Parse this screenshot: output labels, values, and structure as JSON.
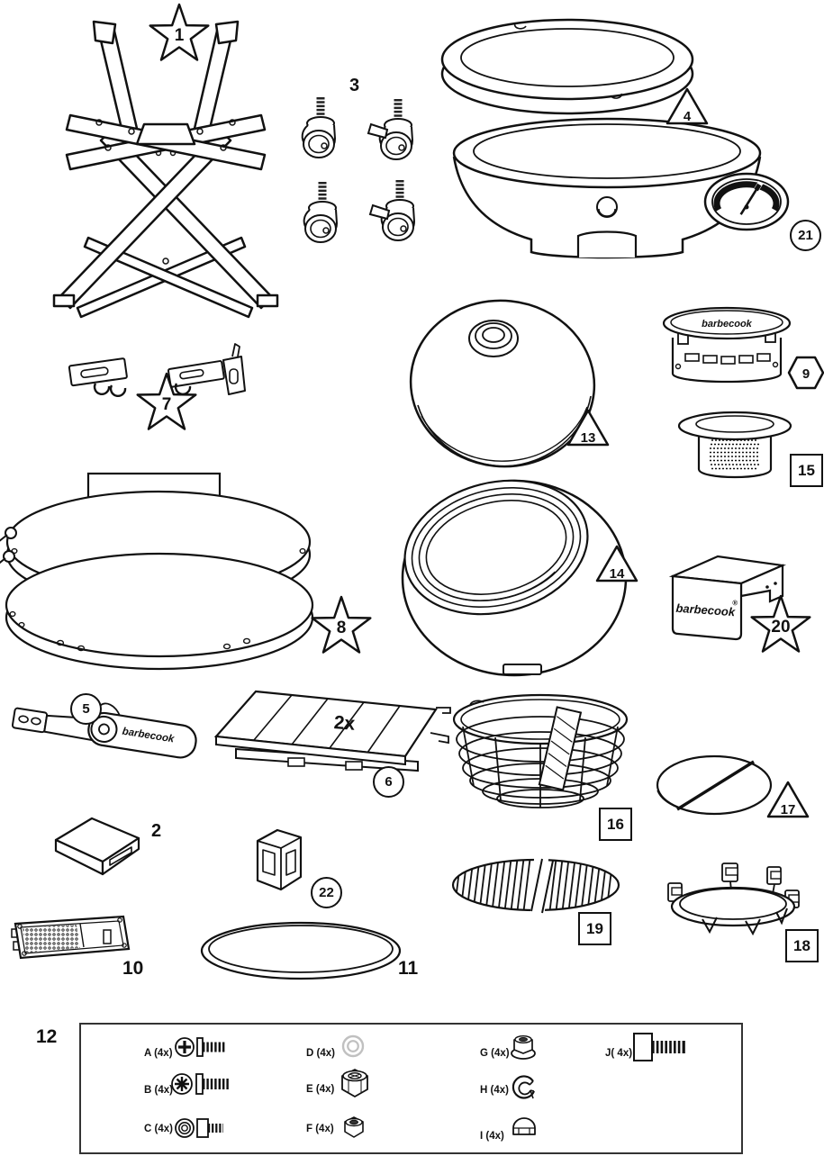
{
  "diagram": {
    "type": "exploded-parts-diagram",
    "line_color": "#111111",
    "background": "#ffffff",
    "washer_gray": "#c0c0c0"
  },
  "brand": {
    "name": "barbecook",
    "registered": "®"
  },
  "parts": {
    "stand": {
      "num": "1",
      "label_shape": "star"
    },
    "cover": {
      "num": "2",
      "label_shape": "plain"
    },
    "casters": {
      "num": "3",
      "label_shape": "plain"
    },
    "base": {
      "num": "4",
      "label_shape": "triangle"
    },
    "handle": {
      "num": "5",
      "label_shape": "circle",
      "logo": "barbecook"
    },
    "table": {
      "num": "6",
      "label_shape": "circle",
      "qty": "2x"
    },
    "brackets": {
      "num": "7",
      "label_shape": "star"
    },
    "rings": {
      "num": "8",
      "label_shape": "star"
    },
    "vent": {
      "num": "9",
      "label_shape": "hexagon",
      "logo": "barbecook"
    },
    "slider": {
      "num": "10",
      "label_shape": "plain"
    },
    "gasket": {
      "num": "11",
      "label_shape": "plain"
    },
    "hardware": {
      "num": "12",
      "label_shape": "plain"
    },
    "lid": {
      "num": "13",
      "label_shape": "triangle"
    },
    "bowl": {
      "num": "14",
      "label_shape": "triangle"
    },
    "chimney": {
      "num": "15",
      "label_shape": "square"
    },
    "basket": {
      "num": "16",
      "label_shape": "square"
    },
    "deflector": {
      "num": "17",
      "label_shape": "triangle"
    },
    "holder": {
      "num": "18",
      "label_shape": "square"
    },
    "grid": {
      "num": "19",
      "label_shape": "square"
    },
    "box": {
      "num": "20",
      "label_shape": "star",
      "logo": "barbecook",
      "registered": "®"
    },
    "thermometer": {
      "num": "21",
      "label_shape": "circle"
    },
    "clip": {
      "num": "22",
      "label_shape": "circle"
    }
  },
  "hardware_items": [
    {
      "label": "A (4x)",
      "icon": "phillips-screw-short"
    },
    {
      "label": "B (4x)",
      "icon": "phillips-screw-long"
    },
    {
      "label": "C (4x)",
      "icon": "washer-socket-screw"
    },
    {
      "label": "D (4x)",
      "icon": "flat-washer"
    },
    {
      "label": "E (4x)",
      "icon": "lock-nut-large"
    },
    {
      "label": "F (4x)",
      "icon": "lock-nut-small"
    },
    {
      "label": "G (4x)",
      "icon": "flange-nut"
    },
    {
      "label": "H (4x)",
      "icon": "spring-washer"
    },
    {
      "label": "I (4x)",
      "icon": "cap-nut"
    },
    {
      "label": "J( 4x)",
      "icon": "socket-head-bolt"
    }
  ]
}
